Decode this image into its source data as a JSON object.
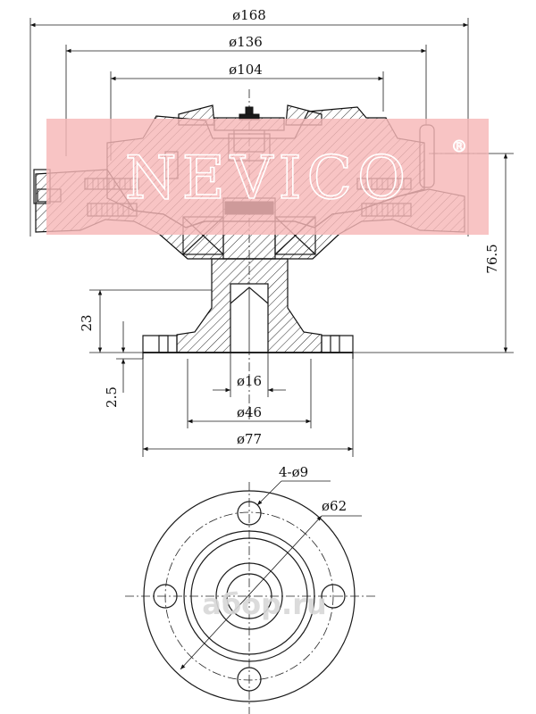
{
  "watermark": {
    "text": "NEVICO",
    "registered_mark": "®",
    "brand_color": "#f7b7b7"
  },
  "side_view": {
    "dimensions": {
      "overall_diameter": "ø168",
      "mount_diameter": "ø136",
      "inner_diameter": "ø104",
      "height": "76.5",
      "flange_height": "23",
      "flange_thickness": "2.5",
      "bore_diameter": "ø16",
      "pilot_diameter": "ø46",
      "flange_diameter": "ø77"
    }
  },
  "front_view": {
    "dimensions": {
      "bolt_holes": "4-ø9",
      "bolt_circle": "ø62"
    }
  },
  "footer_watermark": "aбoр.ru"
}
